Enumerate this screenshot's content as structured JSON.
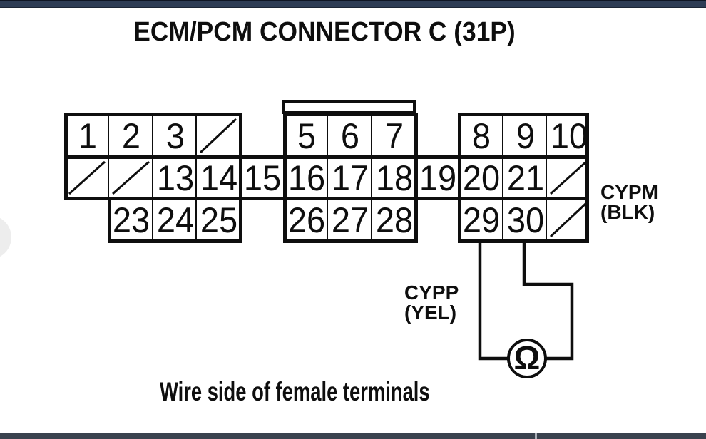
{
  "page": {
    "title": "ECM/PCM CONNECTOR C (31P)",
    "caption": "Wire side of female terminals"
  },
  "connector": {
    "pin_grid": {
      "columns": 12,
      "rows": [
        {
          "name": "top",
          "cells": [
            {
              "col": 1,
              "pin": "1"
            },
            {
              "col": 2,
              "pin": "2"
            },
            {
              "col": 3,
              "pin": "3"
            },
            {
              "col": 4,
              "pin": "",
              "empty": true
            },
            {
              "col": 6,
              "pin": "5"
            },
            {
              "col": 7,
              "pin": "6"
            },
            {
              "col": 8,
              "pin": "7"
            },
            {
              "col": 10,
              "pin": "8"
            },
            {
              "col": 11,
              "pin": "9"
            },
            {
              "col": 12,
              "pin": "10"
            }
          ]
        },
        {
          "name": "middle",
          "cells": [
            {
              "col": 1,
              "pin": "",
              "empty": true
            },
            {
              "col": 2,
              "pin": "",
              "empty": true
            },
            {
              "col": 3,
              "pin": "13"
            },
            {
              "col": 4,
              "pin": "14"
            },
            {
              "col": 5,
              "pin": "15"
            },
            {
              "col": 6,
              "pin": "16"
            },
            {
              "col": 7,
              "pin": "17"
            },
            {
              "col": 8,
              "pin": "18"
            },
            {
              "col": 9,
              "pin": "19"
            },
            {
              "col": 10,
              "pin": "20"
            },
            {
              "col": 11,
              "pin": "21"
            },
            {
              "col": 12,
              "pin": "",
              "empty": true
            }
          ]
        },
        {
          "name": "bottom",
          "cells": [
            {
              "col": 2,
              "pin": "23"
            },
            {
              "col": 3,
              "pin": "24"
            },
            {
              "col": 4,
              "pin": "25"
            },
            {
              "col": 6,
              "pin": "26"
            },
            {
              "col": 7,
              "pin": "27"
            },
            {
              "col": 8,
              "pin": "28"
            },
            {
              "col": 10,
              "pin": "29"
            },
            {
              "col": 11,
              "pin": "30"
            },
            {
              "col": 12,
              "pin": "",
              "empty": true
            }
          ]
        }
      ]
    },
    "wire_labels": {
      "cypm": {
        "name": "CYPM",
        "color_code": "(BLK)"
      },
      "cypp": {
        "name": "CYPP",
        "color_code": "(YEL)"
      }
    },
    "measurement": {
      "from_pin": "29",
      "to_pin": "30",
      "meter_symbol": "Ω"
    },
    "ink_color": "#0e0e0e"
  }
}
